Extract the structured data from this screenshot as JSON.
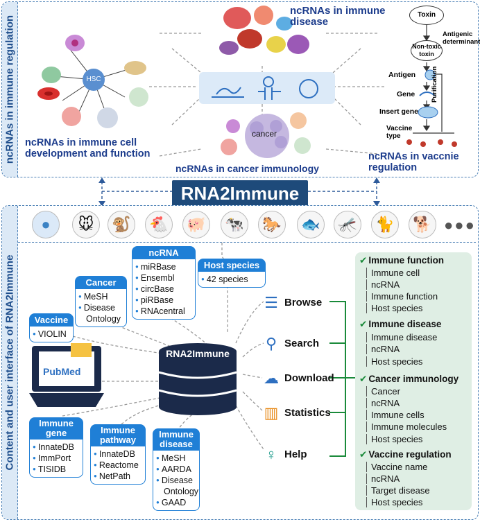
{
  "top_panel": {
    "side_label": "ncRNAs in immune regulation",
    "hsc_label": "HSC",
    "cell_dev_caption": "ncRNAs in immune cell development and function",
    "disease_caption": "ncRNAs in immune disease",
    "cancer_caption": "ncRNAs in cancer immunology",
    "cancer_label": "cancer",
    "vaccine_caption": "ncRNAs in vaccnie regulation",
    "vaccine_steps": {
      "toxin": "Toxin",
      "antigenic": "Antigenic determinant",
      "non_toxic": "Non-toxic toxin",
      "antigen": "Antigen",
      "gene": "Gene",
      "insert_gene": "Insert gene",
      "vaccine_type": "Vaccine type",
      "purification": "Purification"
    }
  },
  "title": "RNA2Immune",
  "bottom_panel": {
    "side_label": "Content and user interface of RNA2Immune",
    "species_icons": [
      "human-icon",
      "mouse-icon",
      "monkey-icon",
      "chicken-icon",
      "pig-icon",
      "cattle-icon",
      "horse-icon",
      "fish-icon",
      "mosquito-icon",
      "cat-icon",
      "dog-icon",
      "more-icon"
    ],
    "database_label": "RNA2Immune",
    "tags": {
      "ncrna": {
        "title": "ncRNA",
        "items": [
          "miRBase",
          "Ensembl",
          "circBase",
          "piRBase",
          "RNAcentral"
        ]
      },
      "host": {
        "title": "Host species",
        "items": [
          "42 species"
        ]
      },
      "cancer": {
        "title": "Cancer",
        "items": [
          "MeSH",
          "Disease",
          "Ontology"
        ]
      },
      "vaccine": {
        "title": "Vaccine",
        "items": [
          "VIOLIN"
        ]
      },
      "immune_gene": {
        "title": "Immune gene",
        "items": [
          "InnateDB",
          "ImmPort",
          "TISIDB"
        ]
      },
      "immune_pathway": {
        "title": "Immune pathway",
        "items": [
          "InnateDB",
          "Reactome",
          "NetPath"
        ]
      },
      "immune_disease": {
        "title": "Immune disease",
        "items": [
          "MeSH",
          "AARDA",
          "Disease",
          "Ontology",
          "GAAD"
        ]
      }
    },
    "pubmed_label": "PubMed",
    "functions": [
      "Browse",
      "Search",
      "Download",
      "Statistics",
      "Help"
    ],
    "right_sections": [
      {
        "title": "Immune function",
        "items": [
          "Immune cell",
          "ncRNA",
          "Immune function",
          "Host species"
        ]
      },
      {
        "title": "Immune disease",
        "items": [
          "Immune disease",
          "ncRNA",
          "Host species"
        ]
      },
      {
        "title": "Cancer immunology",
        "items": [
          "Cancer",
          "ncRNA",
          "Immune cells",
          "Immune molecules",
          "Host species"
        ]
      },
      {
        "title": "Vaccine regulation",
        "items": [
          "Vaccine name",
          "ncRNA",
          "Target disease",
          "Host species"
        ]
      }
    ]
  }
}
